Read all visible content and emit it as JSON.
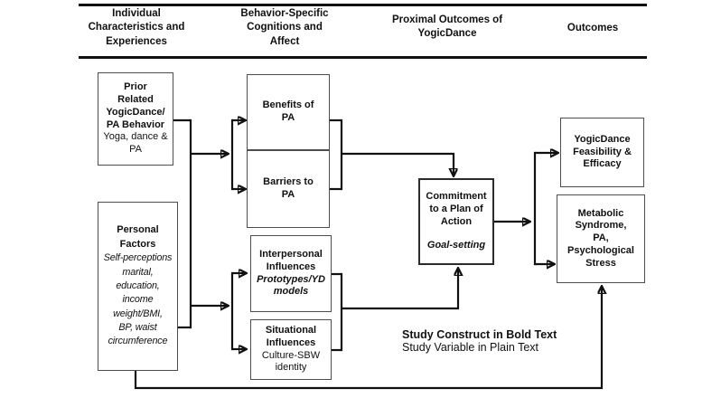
{
  "colors": {
    "ink": "#111111",
    "line": "#111111",
    "border": "#4d4d4d",
    "bg": "#ffffff"
  },
  "headers": [
    {
      "id": "individual",
      "label": "Individual\nCharacteristics and\nExperiences"
    },
    {
      "id": "behavior",
      "label": "Behavior-Specific\nCognitions and\nAffect"
    },
    {
      "id": "proximal",
      "label": "Proximal Outcomes of\nYogicDance"
    },
    {
      "id": "outcomes",
      "label": "Outcomes"
    }
  ],
  "boxes": {
    "prior": {
      "bold": "Prior\nRelated\nYogicDance/\nPA Behavior",
      "plain": "Yoga, dance &\nPA"
    },
    "personal": {
      "bold": "Personal\nFactors",
      "italic": "Self-perceptions\nmarital,\neducation,\nincome\nweight/BMI,\nBP, waist\ncircumference"
    },
    "benefits": {
      "bold": "Benefits of\nPA"
    },
    "barriers": {
      "bold": "Barriers to\nPA"
    },
    "interpersonal": {
      "bold": "Interpersonal\nInfluences",
      "italic": "Prototypes/YD\nmodels"
    },
    "situational": {
      "bold": "Situational\nInfluences",
      "plain": "Culture-SBW\nidentity"
    },
    "commitment": {
      "bold": "Commitment\nto a Plan of\nAction",
      "italic": "Goal-setting"
    },
    "feasibility": {
      "bold": "YogicDance\nFeasibility &\nEfficacy"
    },
    "metabolic": {
      "bold": "Metabolic\nSyndrome,\nPA,\nPsychological\nStress"
    }
  },
  "legend": {
    "bold": "Study Construct in Bold Text",
    "plain": "Study Variable in Plain Text"
  }
}
